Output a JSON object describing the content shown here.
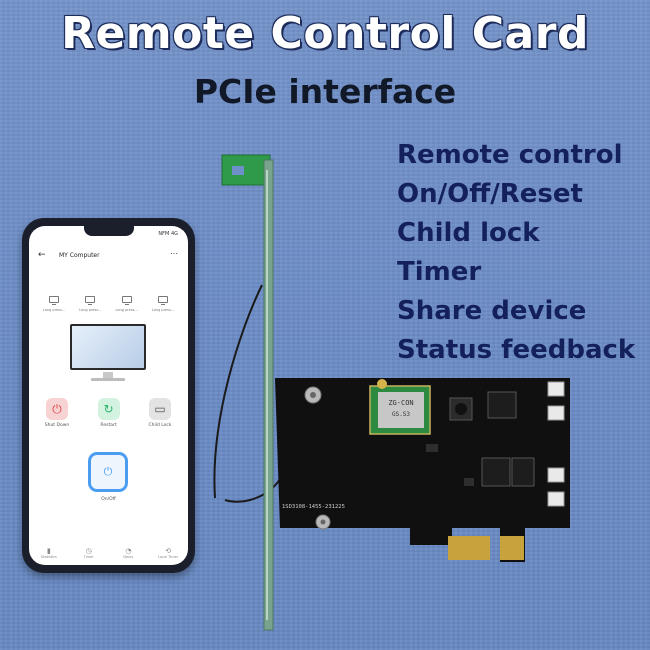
{
  "title": "Remote Control Card",
  "subtitle": "PCIe interface",
  "features": [
    "Remote control",
    "On/Off/Reset",
    "Child lock",
    "Timer",
    "Share device",
    "Status feedback"
  ],
  "phone": {
    "app_title": "MY Computer",
    "status_right": "NFM 4G",
    "mini_items": [
      "Long press...",
      "Long press...",
      "Long press...",
      "Long press..."
    ],
    "actions": [
      {
        "label": "Shut Down",
        "icon": "power-icon"
      },
      {
        "label": "Restart",
        "icon": "restart-icon"
      },
      {
        "label": "Child Lock",
        "icon": "lock-icon"
      }
    ],
    "onoff_label": "On/Off",
    "nav": [
      {
        "label": "Statistics",
        "icon": "stats-icon"
      },
      {
        "label": "Timer",
        "icon": "timer-icon"
      },
      {
        "label": "Delay",
        "icon": "delay-icon"
      },
      {
        "label": "Local Timer",
        "icon": "local-timer-icon"
      }
    ]
  },
  "card": {
    "chip_text": "ZG-CON",
    "chip_text2": "GS.S3",
    "silkscreen": "1SD3108-1455-231225"
  }
}
